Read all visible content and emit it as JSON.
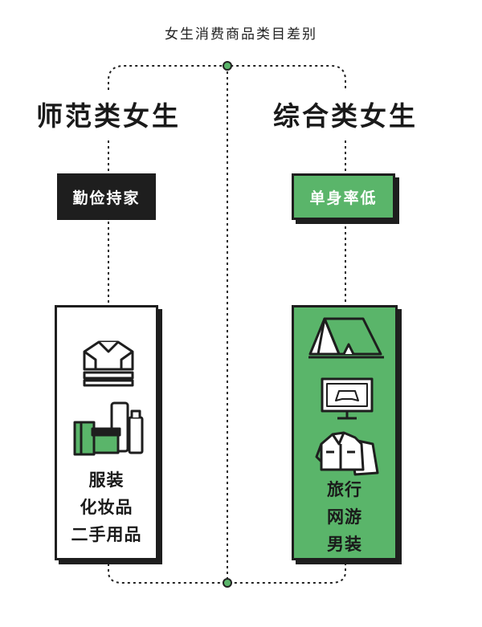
{
  "title": "女生消费商品类目差别",
  "left": {
    "heading": "师范类女生",
    "tag": "勤俭持家",
    "items": [
      "服装",
      "化妆品",
      "二手用品"
    ],
    "icons": [
      "folded-clothes-icon",
      "cosmetics-icon"
    ]
  },
  "right": {
    "heading": "综合类女生",
    "tag": "单身率低",
    "items": [
      "旅行",
      "网游",
      "男装"
    ],
    "icons": [
      "tent-icon",
      "monitor-gamepad-icon",
      "jacket-icon"
    ]
  },
  "colors": {
    "accent_green": "#5ab56a",
    "dark": "#1e1e1e",
    "background": "#ffffff"
  }
}
